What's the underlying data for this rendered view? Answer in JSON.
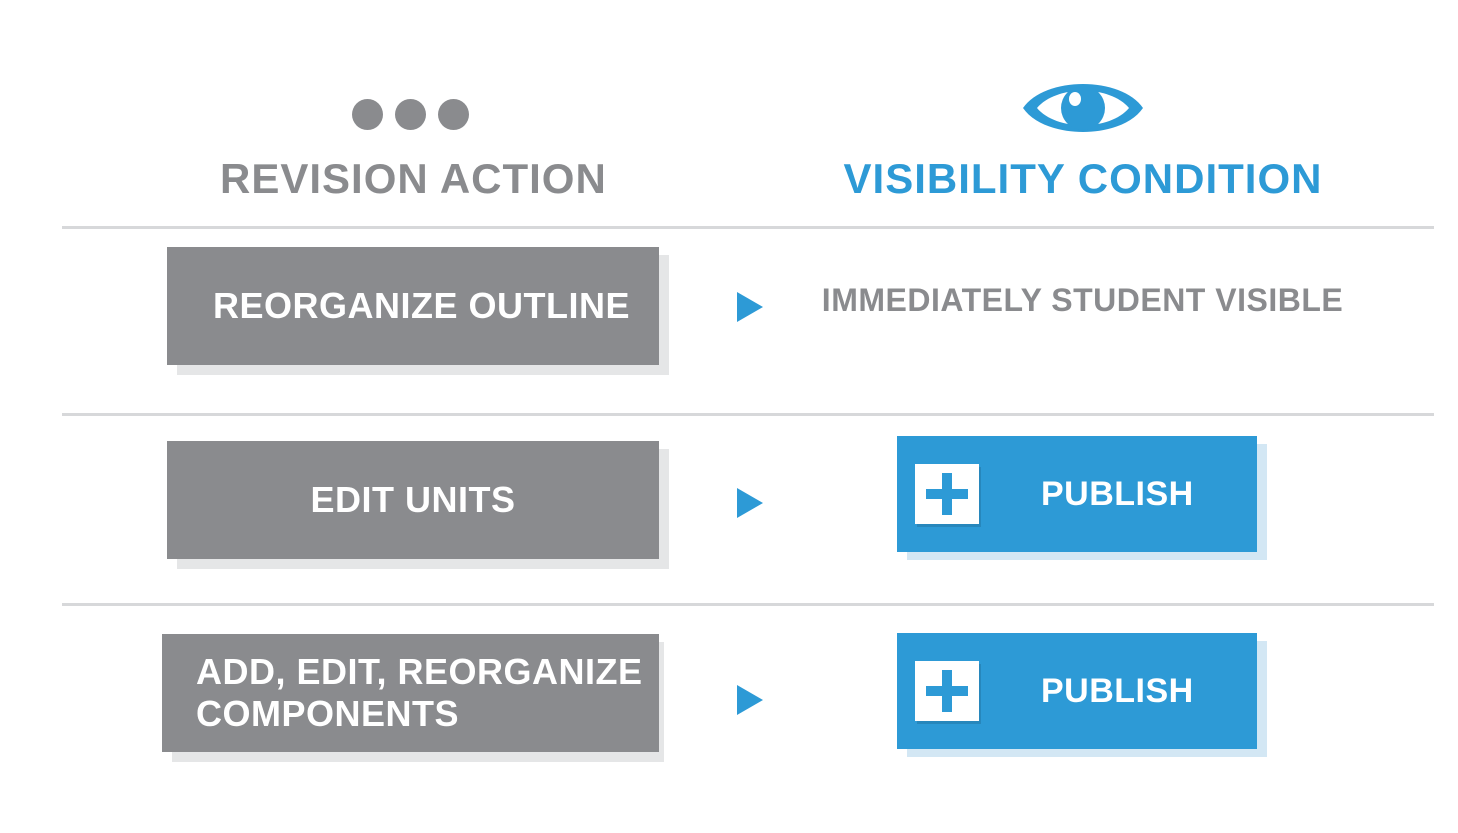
{
  "header": {
    "left_title": "REVISION ACTION",
    "right_title": "VISIBILITY CONDITION",
    "left_icon": "ellipsis-dots-icon",
    "right_icon": "eye-icon"
  },
  "colors": {
    "gray": "#8a8b8e",
    "blue": "#2d9ad6",
    "divider": "#d7d8da"
  },
  "rows": [
    {
      "action_lines": [
        "REORGANIZE OUTLINE"
      ],
      "condition_type": "text",
      "condition_text": "IMMEDIATELY STUDENT VISIBLE"
    },
    {
      "action_lines": [
        "EDIT UNITS"
      ],
      "condition_type": "button",
      "condition_button_label": "PUBLISH",
      "condition_icon": "plus-icon"
    },
    {
      "action_lines": [
        "ADD, EDIT, REORGANIZE",
        "COMPONENTS"
      ],
      "condition_type": "button",
      "condition_button_label": "PUBLISH",
      "condition_icon": "plus-icon"
    }
  ]
}
